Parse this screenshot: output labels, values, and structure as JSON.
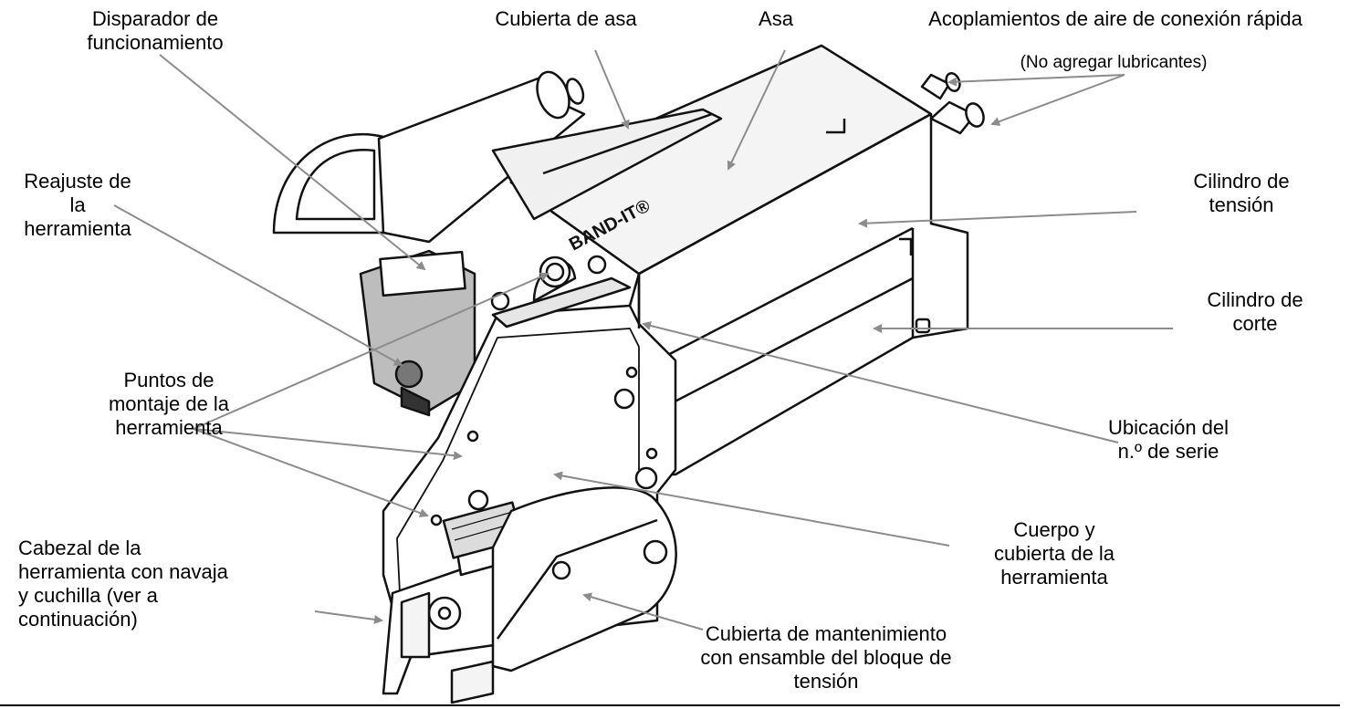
{
  "labels": {
    "trigger": [
      "Disparador de",
      "funcionamiento"
    ],
    "handle_cover": [
      "Cubierta de asa"
    ],
    "handle": [
      "Asa"
    ],
    "air_couplings": [
      "Acoplamientos de aire de conexión rápida"
    ],
    "no_lubricants": [
      "(No agregar lubricantes)"
    ],
    "tool_reset": [
      "Reajuste de",
      "la",
      "herramienta"
    ],
    "tension_cylinder": [
      "Cilindro de",
      "tensión"
    ],
    "cut_cylinder": [
      "Cilindro de",
      "corte"
    ],
    "mount_points": [
      "Puntos de",
      "montaje de la",
      "herramienta"
    ],
    "serial_location": [
      "Ubicación del",
      "n.º de serie"
    ],
    "body_cover": [
      "Cuerpo y",
      "cubierta de la",
      "herramienta"
    ],
    "tool_head": [
      "Cabezal de la",
      "herramienta con navaja",
      "y cuchilla (ver a",
      "continuación)"
    ],
    "maintenance_cover": [
      "Cubierta de mantenimiento",
      "con ensamble del bloque de",
      "tensión"
    ]
  },
  "brand": "BAND-IT®",
  "colors": {
    "leader": "#8c8c8c",
    "outline": "#111111",
    "shade": "#e6e6e6"
  }
}
